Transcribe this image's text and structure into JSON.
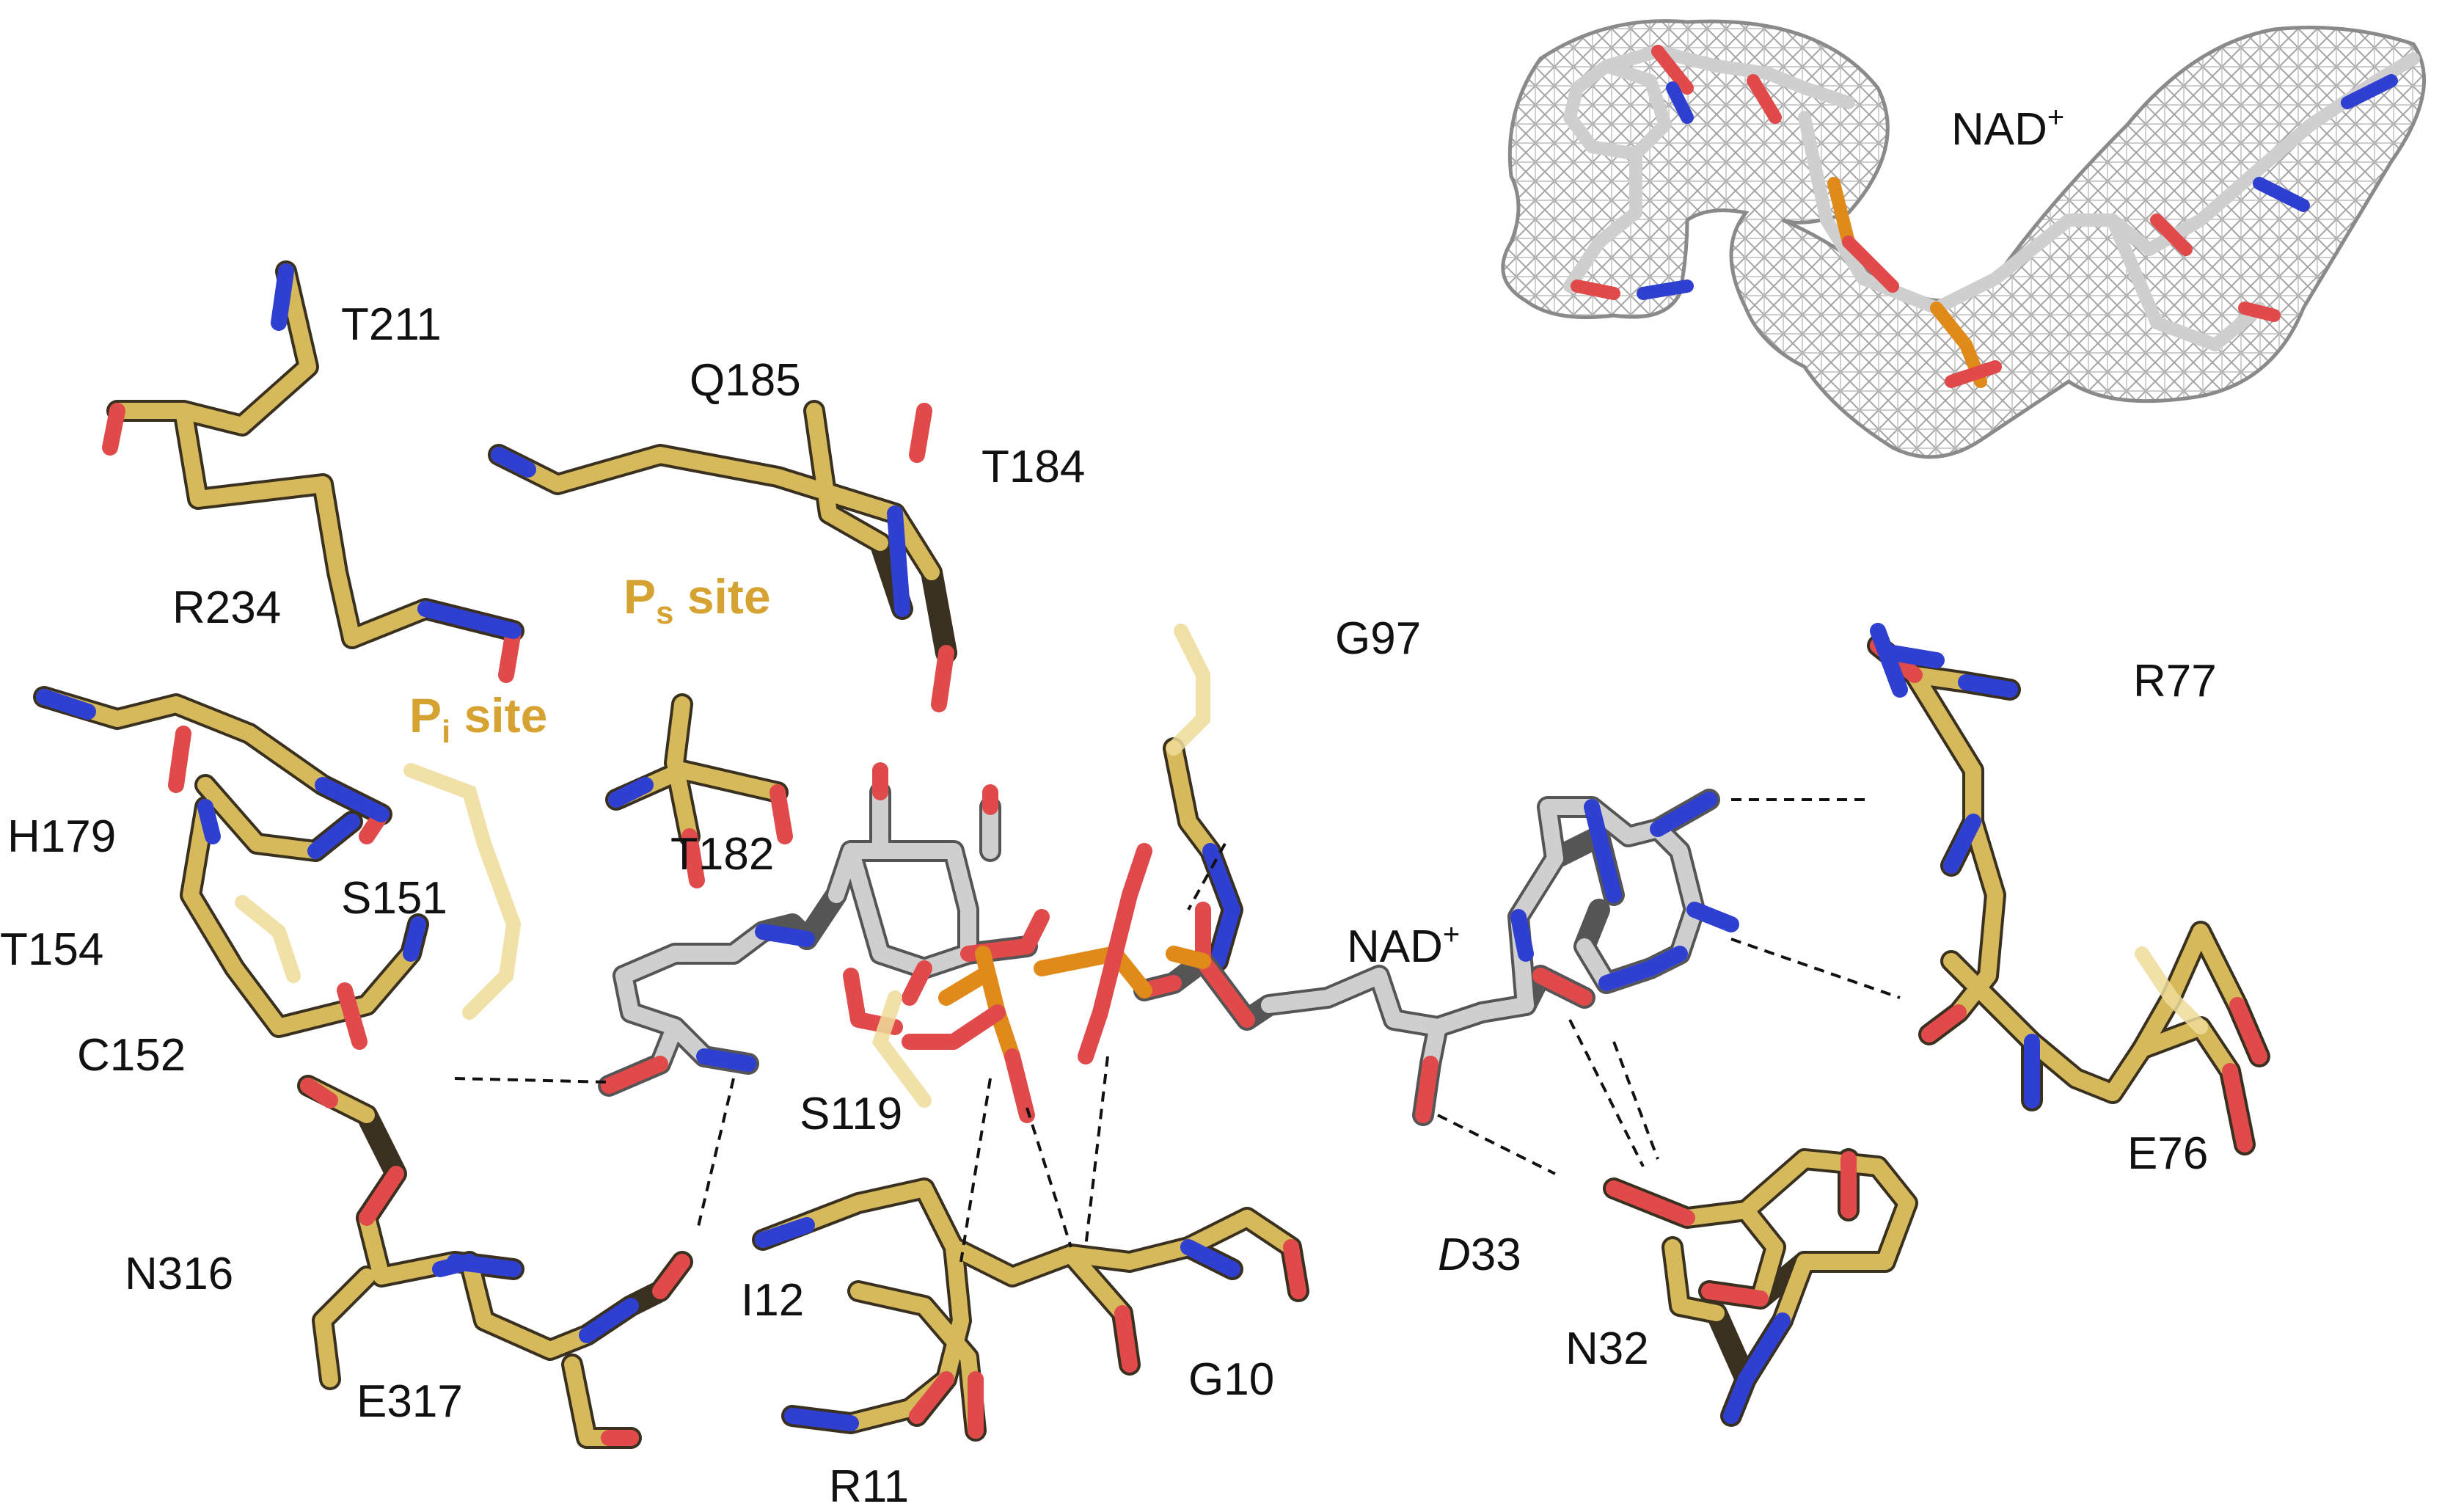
{
  "colors": {
    "protein_carbon": "#d6b95a",
    "protein_carbon_faded": "#efdc9a",
    "ligand_carbon": "#c9c9c9",
    "nitrogen": "#2f3fd0",
    "oxygen": "#e04a4a",
    "phosphorus": "#e08a1a",
    "site_label": "#d6a231",
    "mesh": "#9c9c9c"
  },
  "labels": {
    "t211": "T211",
    "q185": "Q185",
    "t184": "T184",
    "r234": "R234",
    "ps_main": "P",
    "ps_sub": "s",
    "ps_rest": " site",
    "pi_main": "P",
    "pi_sub": "i",
    "pi_rest": " site",
    "g97": "G97",
    "r77": "R77",
    "h179": "H179",
    "t182": "T182",
    "s151": "S151",
    "t154": "T154",
    "c152": "C152",
    "nad_main": "NAD",
    "nad_sup": "+",
    "s119": "S119",
    "e76": "E76",
    "n316": "N316",
    "d33_letter": "D",
    "d33_num": "33",
    "i12": "I12",
    "g10": "G10",
    "n32": "N32",
    "e317": "E317",
    "r11": "R11",
    "inset_nad_main": "NAD",
    "inset_nad_sup": "+"
  }
}
